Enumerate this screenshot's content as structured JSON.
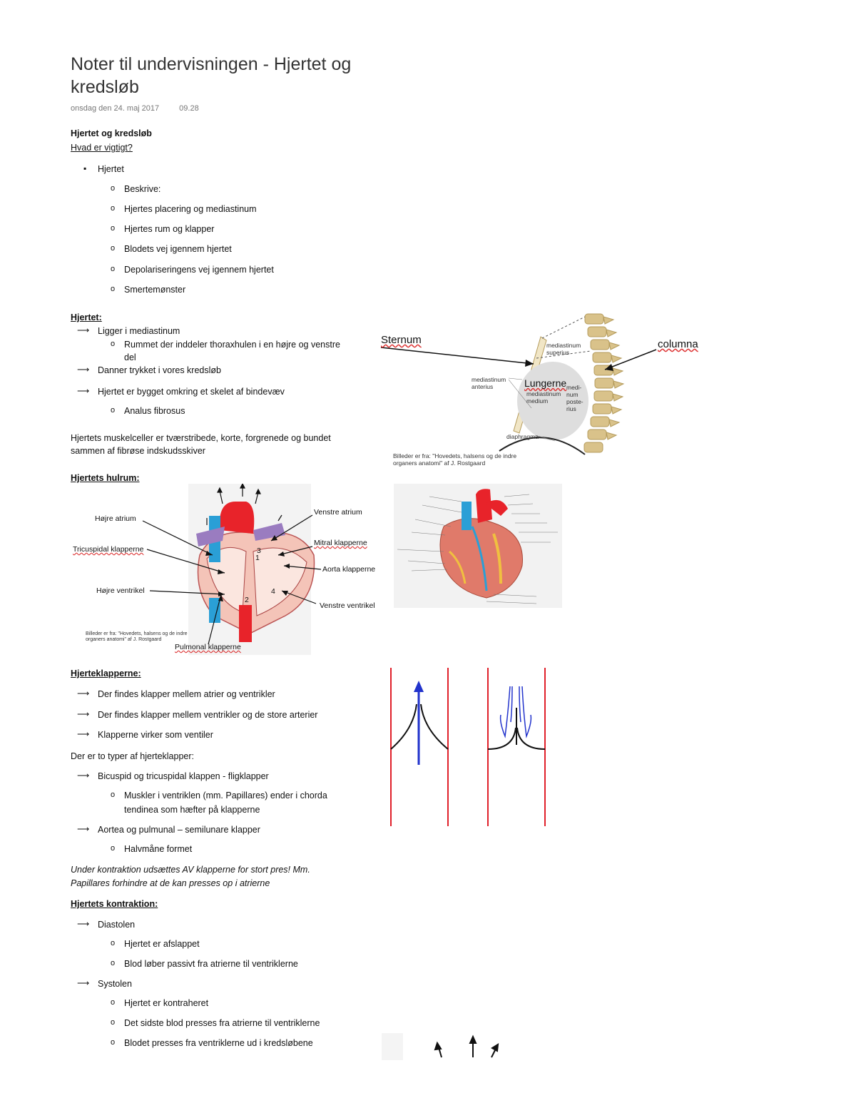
{
  "page": {
    "title": "Noter til undervisningen - Hjertet og kredsløb",
    "date": "onsdag den 24. maj 2017",
    "time": "09.28"
  },
  "s1": {
    "heading": "Hjertet og kredsløb",
    "sub": "Hvad er vigtigt?",
    "l1": "Hjertet",
    "items": [
      "Beskrive:",
      "Hjertes placering og mediastinum",
      "Hjertes rum og klapper",
      "Blodets vej igennem hjertet",
      "Depolariseringens vej igennem hjertet",
      "Smertemønster"
    ]
  },
  "s2": {
    "heading": "Hjertet:",
    "a1": "Ligger i mediastinum",
    "a1c": "Rummet der inddeler thoraxhulen i en højre og venstre",
    "a1c2": "del",
    "a2": "Danner trykket i vores kredsløb",
    "a3": "Hjertet er bygget omkring et skelet af bindevæv",
    "a3c": "Analus fibrosus",
    "para1": "Hjertets muskelceller er tværstribede, korte, forgrenede og bundet",
    "para2": "sammen af fibrøse indskudsskiver"
  },
  "fig1": {
    "sternum": "Sternum",
    "columna": "columna",
    "lungerne": "Lungerne",
    "med_sup": "mediastinum superius",
    "med_ant": "mediastinum anterius",
    "med_med": "mediastinum medium",
    "med_post": "medi- num poste- rius",
    "diaphragma": "diaphragma",
    "caption1": "Billeder er fra: \"Hovedets, halsens og de indre",
    "caption2": "organers anatomi\" af J. Rostgaard"
  },
  "s3": {
    "heading": "Hjertets hulrum:"
  },
  "fig2": {
    "hojre_atrium": "Højre atrium",
    "tricuspidal": "Tricuspidal klapperne",
    "hojre_ventrikel": "Højre ventrikel",
    "venstre_atrium": "Venstre atrium",
    "mitral": "Mitral klapperne",
    "aorta": "Aorta klapperne",
    "venstre_ventrikel": "Venstre ventrikel",
    "pulmonal": "Pulmonal klapperne",
    "caption1": "Billeder er fra: \"Hovedets, halsens og de indre",
    "caption2": "organers anatomi\" af J. Rostgaard",
    "n1": "1",
    "n2": "2",
    "n3": "3",
    "n4": "4"
  },
  "s4": {
    "heading": "Hjerteklapperne:",
    "a1": "Der findes klapper mellem atrier og ventrikler",
    "a2": "Der findes klapper mellem ventrikler og de store arterier",
    "a3": "Klapperne virker som ventiler",
    "p": "Der er to typer af hjerteklapper:",
    "b1": "Bicuspid og tricuspidal klappen - fligklapper",
    "b1c1": "Muskler i ventriklen (mm. Papillares) ender i chorda",
    "b1c2": "tendinea som hæfter på klapperne",
    "b2": "Aortea og pulmunal – semilunare klapper",
    "b2c": "Halvmåne formet",
    "note1": "Under kontraktion udsættes AV klapperne for stort pres! Mm.",
    "note2": "Papillares forhindre at de kan presses op i atrierne"
  },
  "s5": {
    "heading": "Hjertets kontraktion:",
    "d": "Diastolen",
    "d1": "Hjertet er afslappet",
    "d2": "Blod løber passivt fra atrierne til ventriklerne",
    "s": "Systolen",
    "s1": "Hjertet er kontraheret",
    "s2": "Det sidste blod presses fra atrierne til ventriklerne",
    "s3": "Blodet presses fra ventriklerne ud i kredsløbene"
  },
  "colors": {
    "line_red": "#e0202a",
    "arrow_blue": "#2233cc",
    "heart_red": "#e8232a",
    "vein_blue": "#2a9fd6"
  }
}
